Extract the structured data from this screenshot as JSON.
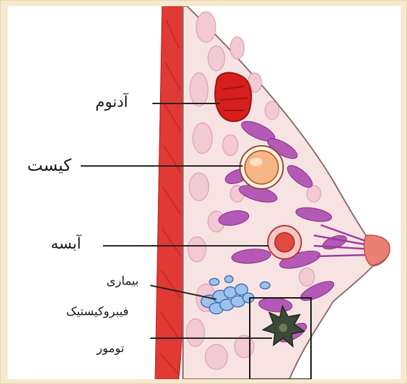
{
  "labels": {
    "adenoma": "آدنوم",
    "cyst": "کیست",
    "abscess": "آبسه",
    "fibrocystic_line1": "بیماری",
    "fibrocystic_line2": "فیبروکیستیک",
    "tumor": "تومور"
  },
  "colors": {
    "background": "#f7e9cf",
    "muscle": "#e13a34",
    "fat": "#f3c9d3",
    "lobule": "#b45ab6",
    "adenoma": "#d51f1b",
    "cyst": "#f6b784",
    "abscess": "#e04a3f",
    "fibrocystic": "#9dc2ec",
    "tumor": "#3a4a36"
  }
}
